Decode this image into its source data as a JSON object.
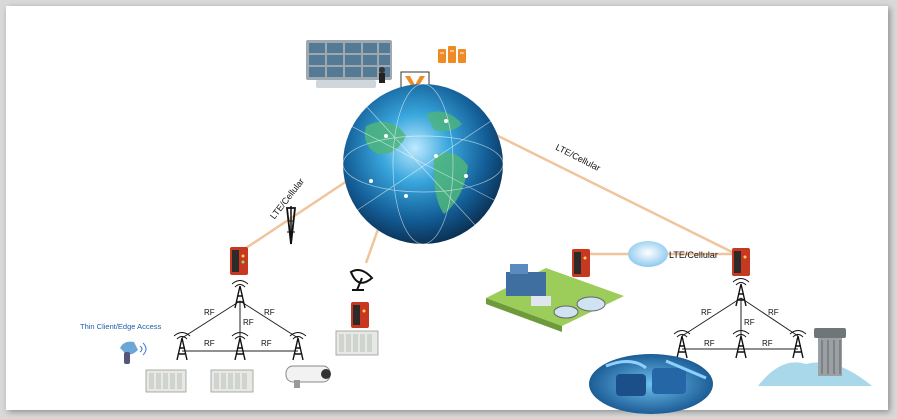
{
  "diagram": {
    "link_labels": {
      "left": "LTE/Cellular",
      "right": "LTE/Cellular",
      "plant": "LTE/Cellular"
    },
    "rf_label": "RF",
    "thin_client_label": "Thin Client/Edge Access",
    "colors": {
      "link": "#f0c49c",
      "router_red": "#c8371f",
      "router_dark": "#2b2b2b",
      "globe": "#1e7fb8",
      "rf_line": "#222222",
      "orange_server": "#f08a24"
    },
    "icons": [
      "video-wall-icon",
      "operator-icon",
      "logo-v-icon",
      "server-rack-icon",
      "globe-icon",
      "cell-tower-icon",
      "router-icon",
      "satellite-dish-icon",
      "plc-rack-icon",
      "factory-icon",
      "cloud-icon",
      "pump-station-icon",
      "water-tower-icon",
      "cctv-camera-icon",
      "handheld-scanner-icon"
    ]
  }
}
